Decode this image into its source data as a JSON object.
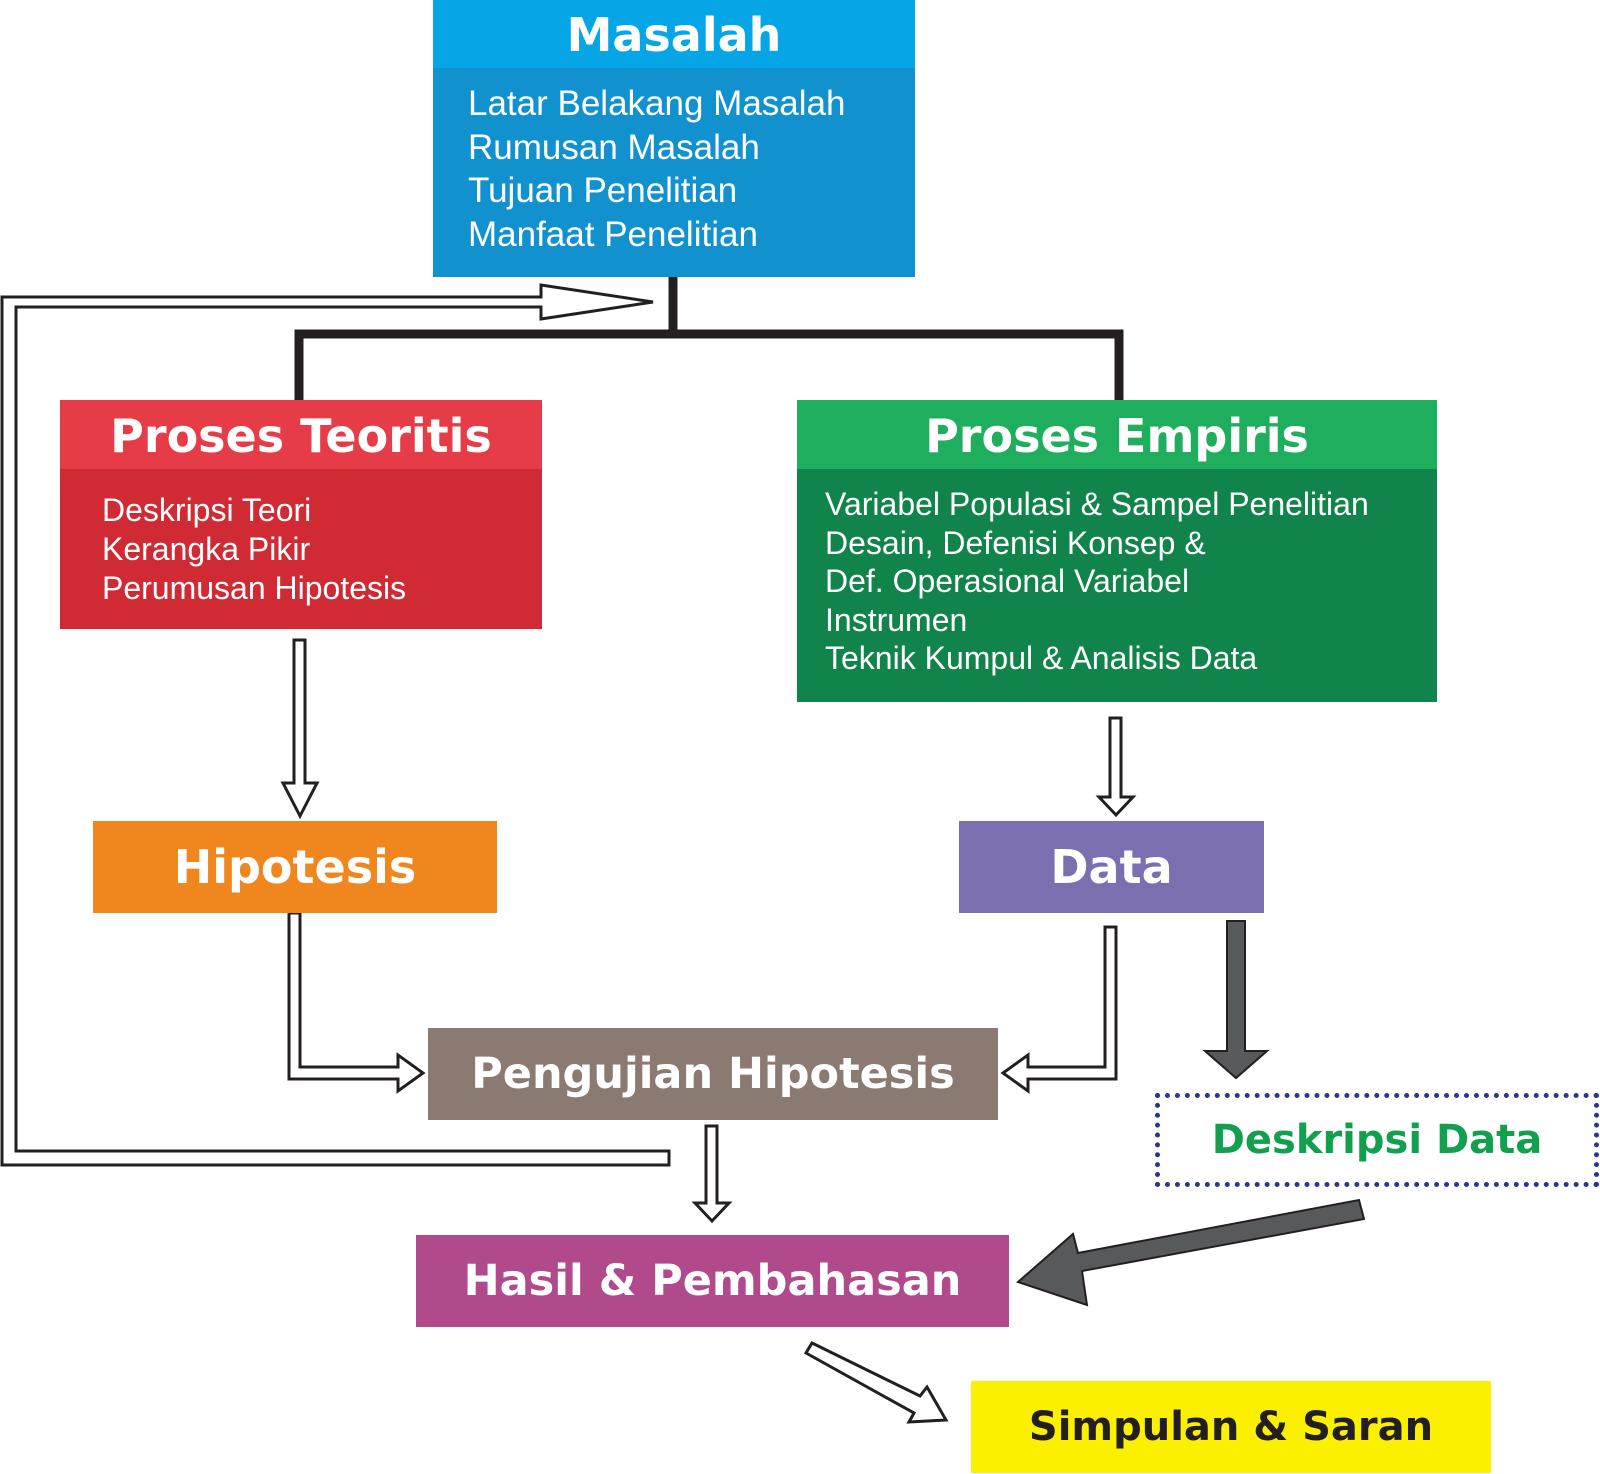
{
  "masalah": {
    "title": "Masalah",
    "items": [
      "Latar Belakang Masalah",
      "Rumusan Masalah",
      "Tujuan Penelitian",
      "Manfaat Penelitian"
    ]
  },
  "proses_teoritis": {
    "title": "Proses Teoritis",
    "items": [
      "Deskripsi Teori",
      "Kerangka Pikir",
      "Perumusan Hipotesis"
    ]
  },
  "proses_empiris": {
    "title": "Proses Empiris",
    "items": [
      "Variabel Populasi & Sampel Penelitian",
      "Desain, Defenisi Konsep &",
      "Def. Operasional Variabel",
      "Instrumen",
      "Teknik Kumpul & Analisis Data"
    ]
  },
  "hipotesis": {
    "label": "Hipotesis"
  },
  "data": {
    "label": "Data"
  },
  "pengujian_hipotesis": {
    "label": "Pengujian Hipotesis"
  },
  "deskripsi_data": {
    "label": "Deskripsi Data"
  },
  "hasil_pembahasan": {
    "label": "Hasil & Pembahasan"
  },
  "simpulan_saran": {
    "label": "Simpulan & Saran"
  },
  "colors": {
    "masalah_header": "#06a6e6",
    "masalah_body": "#1192cf",
    "teoritis_header": "#e63c47",
    "teoritis_body": "#d02a34",
    "empiris_header": "#1fae5e",
    "empiris_body": "#11844b",
    "hipotesis": "#ef871e",
    "data": "#7b6faf",
    "pengujian": "#8b7a71",
    "deskripsi_text": "#12a04e",
    "deskripsi_border": "#2a3590",
    "hasil": "#b04a8b",
    "simpulan": "#fbf000",
    "connector": "#231f20",
    "solid_arrow": "#58595b"
  }
}
